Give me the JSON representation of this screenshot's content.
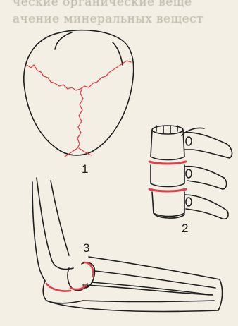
{
  "header": {
    "line1": "ческие органические веще",
    "line2": "ачение минеральных вещест"
  },
  "figures": [
    {
      "label": "1"
    },
    {
      "label": "2"
    },
    {
      "label": "3"
    }
  ],
  "colors": {
    "outline": "#1f1f1f",
    "joint": "#e0404a",
    "paper": "#f3efe4"
  }
}
